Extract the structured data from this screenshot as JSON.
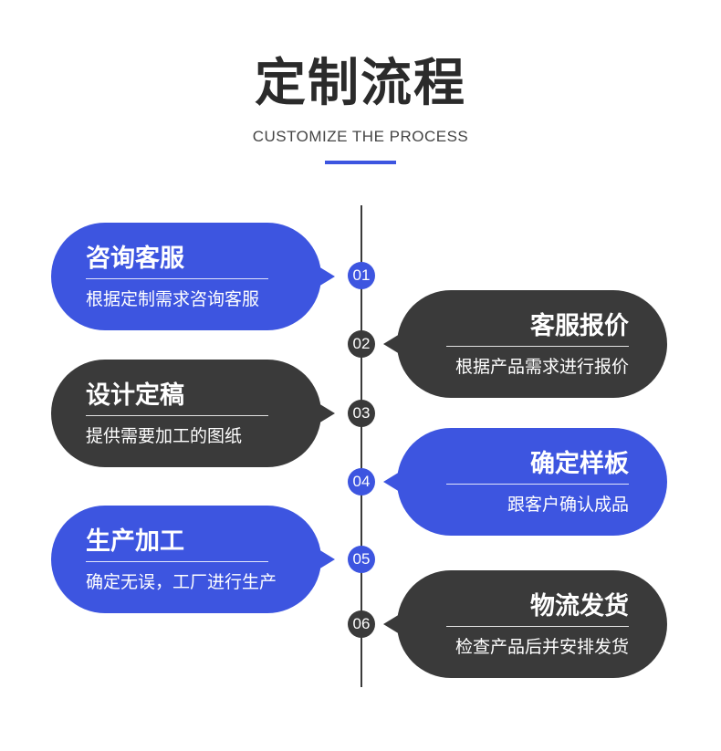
{
  "header": {
    "title": "定制流程",
    "subtitle": "CUSTOMIZE THE PROCESS"
  },
  "colors": {
    "accent_blue": "#3d55e0",
    "dark": "#3a3a3a"
  },
  "steps": [
    {
      "number": "01",
      "title": "咨询客服",
      "description": "根据定制需求咨询客服",
      "color": "blue",
      "side": "left"
    },
    {
      "number": "02",
      "title": "客服报价",
      "description": "根据产品需求进行报价",
      "color": "dark",
      "side": "right"
    },
    {
      "number": "03",
      "title": "设计定稿",
      "description": "提供需要加工的图纸",
      "color": "dark",
      "side": "left"
    },
    {
      "number": "04",
      "title": "确定样板",
      "description": "跟客户确认成品",
      "color": "blue",
      "side": "right"
    },
    {
      "number": "05",
      "title": "生产加工",
      "description": "确定无误，工厂进行生产",
      "color": "blue",
      "side": "left"
    },
    {
      "number": "06",
      "title": "物流发货",
      "description": "检查产品后并安排发货",
      "color": "dark",
      "side": "right"
    }
  ]
}
